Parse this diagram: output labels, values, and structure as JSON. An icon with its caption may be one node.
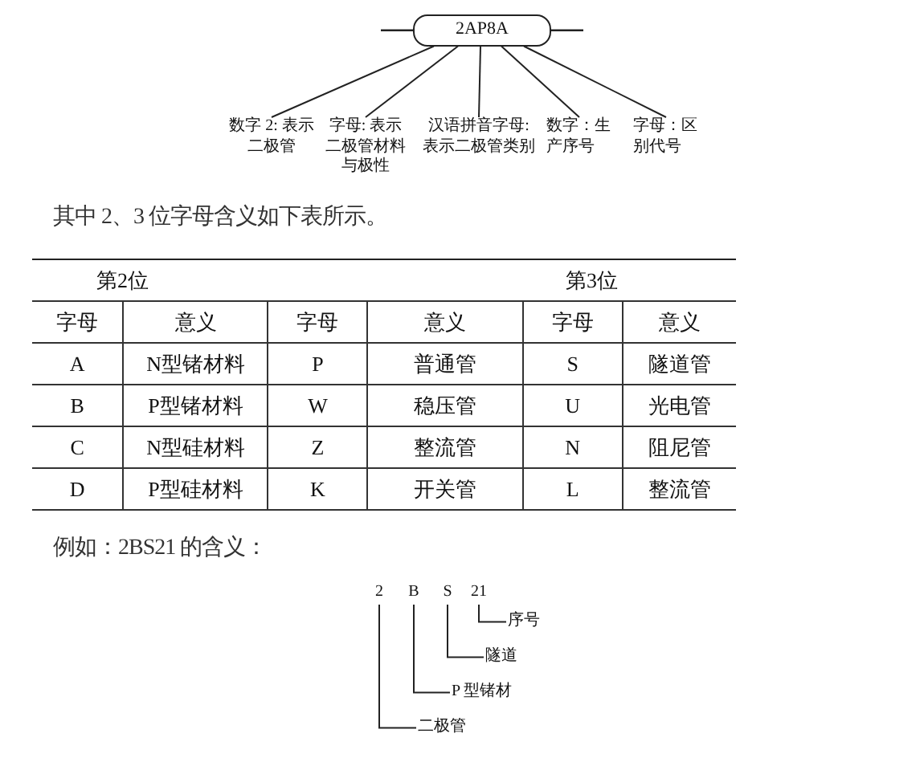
{
  "diagram": {
    "nodes": [
      {
        "text": [
          "2AP8A"
        ]
      },
      {
        "text": [
          "数字 2: 表示二极管"
        ]
      },
      {
        "text": [
          "字母: 表示二极管材料与极性"
        ]
      },
      {
        "text": [
          "汉语拼音字母:表示二极管类别"
        ]
      },
      {
        "text": [
          "数字：生产序号"
        ]
      },
      {
        "text": [
          "字母：区别代号"
        ]
      },
      {
        "text": [
          "2"
        ]
      },
      {
        "text": [
          "B"
        ]
      },
      {
        "text": [
          "S"
        ]
      },
      {
        "text": [
          "21"
        ]
      },
      {
        "text": [
          "序号"
        ]
      },
      {
        "text": [
          "隧道"
        ]
      },
      {
        "text": [
          "P 型锗材"
        ]
      },
      {
        "text": [
          "二极管"
        ]
      }
    ],
    "edges": [
      {
        "from": 0,
        "to": 1,
        "arrow": "none"
      },
      {
        "from": 0,
        "to": 2,
        "arrow": "none"
      },
      {
        "from": 0,
        "to": 3,
        "arrow": "none"
      },
      {
        "from": 0,
        "to": 4,
        "arrow": "none"
      },
      {
        "from": 0,
        "to": 5,
        "arrow": "none"
      },
      {
        "from": 9,
        "to": 10,
        "arrow": "none"
      },
      {
        "from": 8,
        "to": 11,
        "arrow": "none"
      },
      {
        "from": 7,
        "to": 12,
        "arrow": "none"
      },
      {
        "from": 6,
        "to": 13,
        "arrow": "none"
      }
    ],
    "labels": [
      "其中 2、3 位字母含义如下表所示。",
      "第2位",
      "第3位",
      "字母",
      "意义",
      "字母",
      "意义",
      "字母",
      "意义",
      "A",
      "N型锗材料",
      "P",
      "普通管",
      "S",
      "隧道管",
      "B",
      "P型锗材料",
      "W",
      "稳压管",
      "U",
      "光电管",
      "C",
      "N型硅材料",
      "Z",
      "整流管",
      "N",
      "阻尼管",
      "D",
      "P型硅材料",
      "K",
      "开关管",
      "L",
      "整流管",
      "例如：2BS21 的含义："
    ]
  }
}
